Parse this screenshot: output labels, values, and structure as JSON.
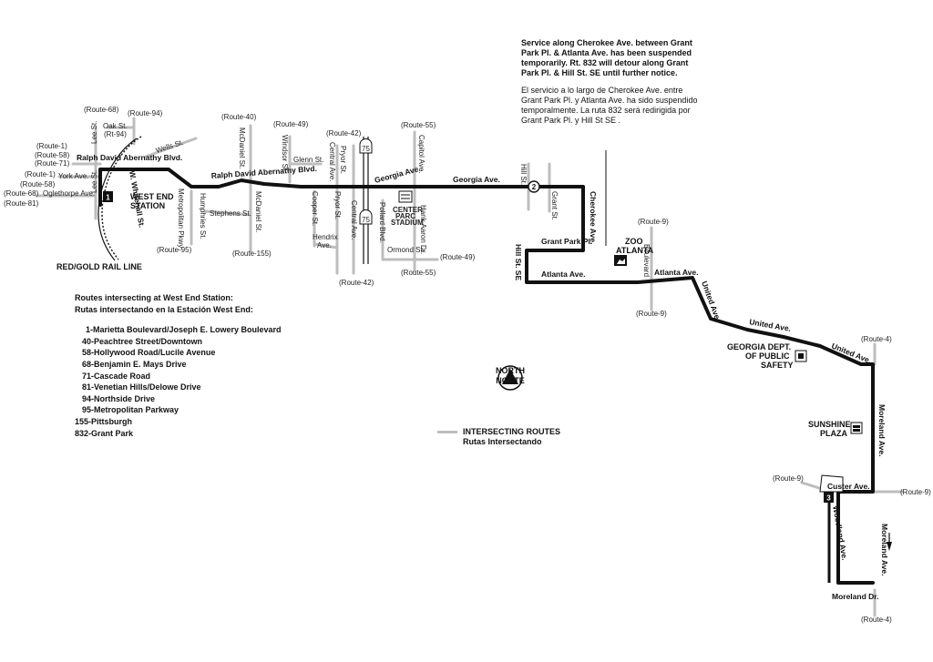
{
  "notice": {
    "english": "Service along Cherokee Ave. between Grant Park Pl. & Atlanta Ave. has been suspended temporarily. Rt. 832 will detour along Grant Park Pl. & Hill St. SE until further notice.",
    "spanish": "El servicio a lo largo de Cherokee Ave. entre Grant Park Pl. y Atlanta Ave. ha sido suspendido temporalmente. La ruta 832 será redirigida por Grant Park Pl. y Hill St SE ."
  },
  "routes_intersecting": {
    "title_en": "Routes intersecting at West End Station:",
    "title_es": "Rutas intersectando en la Estación West End:",
    "items": [
      "1-Marietta Boulevard/Joseph E. Lowery Boulevard",
      "40-Peachtree Street/Downtown",
      "58-Hollywood Road/Lucile Avenue",
      "68-Benjamin E. Mays Drive",
      "71-Cascade Road",
      "81-Venetian Hills/Delowe Drive",
      "94-Northside Drive",
      "95-Metropolitan Parkway",
      "155-Pittsburgh",
      "832-Grant Park"
    ]
  },
  "legend": {
    "line1": "INTERSECTING ROUTES",
    "line2": "Rutas Intersectando"
  },
  "compass": {
    "line1": "NORTH",
    "line2": "NORTE"
  },
  "labels": {
    "rt68a": "(Route-68)",
    "rt94": "(Route-94)",
    "oak": "Oak St.",
    "rt94b": "(Rt-94)",
    "lee1": "Lee St.",
    "lee2": "Lee St.",
    "wells": "Wells St.",
    "rt1a": "(Route-1)",
    "rt58a": "(Route-58)",
    "rt71": "(Route-71)",
    "rt1b": "(Route-1)",
    "york": "York Ave.",
    "rt58b": "(Route-58)",
    "rt68b": "(Route-68)",
    "ogle": "Oglethorpe Ave.",
    "rt81": "(Route-81)",
    "rdab1": "Ralph David Abernathy Blvd.",
    "rdab2": "Ralph David Abernathy Blvd.",
    "whitehall": "W. Whitehall St.",
    "westend1": "WEST END",
    "westend2": "STATION",
    "railline": "RED/GOLD RAIL LINE",
    "rt40": "(Route-40)",
    "mcdaniel1": "McDaniel St.",
    "mcdaniel2": "McDaniel St.",
    "humphries": "Humphries St.",
    "stephens": "Stephens St.",
    "metro": "Metropolitan Pkwy",
    "rt95": "(Route-95)",
    "rt155": "(Route-155)",
    "rt49a": "(Route-49)",
    "windsor": "Windsor St.",
    "glenn": "Glenn St.",
    "cooper": "Cooper St.",
    "hendrix1": "Hendrix",
    "hendrix2": "Ave.",
    "rt42a": "(Route-42)",
    "central1": "Central Ave.",
    "pryor1": "Pryor St.",
    "pryor2": "Pryor St.",
    "central2": "Central Ave.",
    "rt42b": "(Route-42)",
    "georgia1": "Georgia Ave.",
    "georgia2": "Georgia Ave.",
    "rt55a": "(Route-55)",
    "capitol": "Capitol Ave.",
    "cp1": "CENTER",
    "cp2": "PARC",
    "cp3": "STADIUM",
    "pollard": "Pollard Blvd.",
    "hank": "Hank Aaron Dr.",
    "ormond": "Ormond St.",
    "rt49b": "(Route-49)",
    "rt55b": "(Route-55)",
    "hill1": "Hill St.",
    "grant": "Grant St.",
    "cherokee": "Cherokee Ave.",
    "grantpark": "Grant Park Pl.",
    "hill2": "Hill St. SE",
    "atlanta1": "Atlanta Ave.",
    "zoo1": "ZOO",
    "zoo2": "ATLANTA",
    "rt9a": "(Route-9)",
    "boulevard": "Boulevard",
    "atlanta2": "Atlanta Ave.",
    "rt9b": "(Route-9)",
    "united1": "United Ave.",
    "united2": "United Ave.",
    "united3": "United Ave.",
    "gdps1": "GEORGIA DEPT.",
    "gdps2": "OF PUBLIC",
    "gdps3": "SAFETY",
    "rt4a": "(Route-4)",
    "moreland1": "Moreland Ave.",
    "sunshine1": "SUNSHINE",
    "sunshine2": "PLAZA",
    "rt9c": "(Route-9)",
    "custer": "Custer Ave.",
    "rt9d": "(Route-9)",
    "woodland": "Woodland Ave.",
    "moreland2": "Moreland Ave.",
    "morelanddr": "Moreland Dr.",
    "rt4b": "(Route-4)",
    "tp1": "1",
    "tp2": "2",
    "tp3": "3",
    "hwy": "75"
  },
  "colors": {
    "route": "#111111",
    "intersecting": "#bdbdbd"
  }
}
